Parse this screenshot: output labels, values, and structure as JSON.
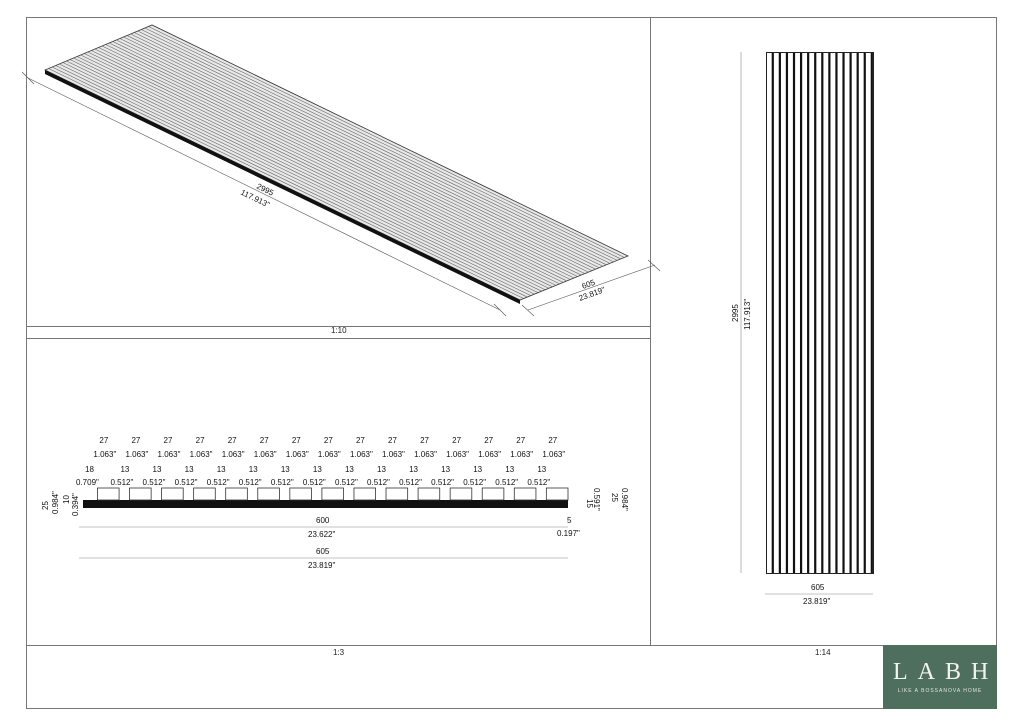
{
  "views": {
    "iso": {
      "scale": "1:10",
      "length_mm": "2995",
      "length_in": "117.913\"",
      "width_mm": "605",
      "width_in": "23.819\""
    },
    "section": {
      "scale": "1:3",
      "slat_count": 15,
      "pitch_mm": "27",
      "pitch_in": "1.063\"",
      "gap_mm": "13",
      "gap_in": "0.512\"",
      "edge_mm": "18",
      "edge_in": "0.709\"",
      "total_height_mm": "25",
      "total_height_in": "0.984\"",
      "base_mm": "10",
      "base_in": "0.394\"",
      "slat_height_mm": "15",
      "slat_height_in": "0.591\"",
      "felt_width_mm": "600",
      "felt_width_in": "23.622\"",
      "offset_mm": "5",
      "offset_in": "0.197\"",
      "width_mm": "605",
      "width_in": "23.819\""
    },
    "front": {
      "scale": "1:14",
      "length_mm": "2995",
      "length_in": "117.913\"",
      "width_mm": "605",
      "width_in": "23.819\""
    }
  },
  "logo": {
    "title": "LABH",
    "subtitle": "LIKE A BOSSANOVA HOME",
    "color": "#4f6f5e"
  }
}
